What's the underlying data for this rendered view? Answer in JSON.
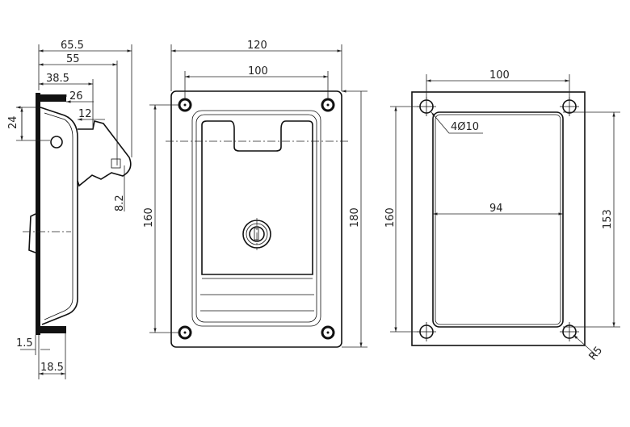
{
  "side_view": {
    "dims": {
      "d65_5": "65.5",
      "d55": "55",
      "d38_5": "38.5",
      "d26": "26",
      "d12": "12",
      "d24": "24",
      "d8_2": "8.2",
      "d1_5": "1.5",
      "d18_5": "18.5"
    }
  },
  "front_view": {
    "dims": {
      "width": "120",
      "hole_spacing": "100",
      "height": "180",
      "hole_spacing_v": "160"
    }
  },
  "cutout_view": {
    "dims": {
      "hole_spacing": "100",
      "hole_spacing_v": "160",
      "cut_height": "153",
      "cut_width": "94",
      "holes": "4Ø10",
      "radius": "R5"
    }
  }
}
